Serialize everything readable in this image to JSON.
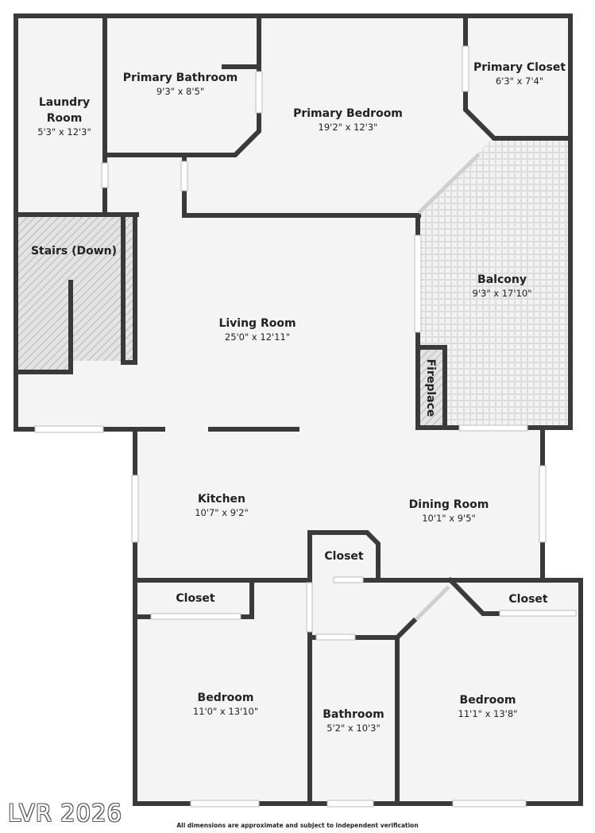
{
  "rooms": {
    "laundry": {
      "name_line1": "Laundry",
      "name_line2": "Room",
      "dim": "5'3\" x 12'3\""
    },
    "primary_bathroom": {
      "name": "Primary Bathroom",
      "dim": "9'3\" x 8'5\""
    },
    "primary_bedroom": {
      "name": "Primary Bedroom",
      "dim": "19'2\" x 12'3\""
    },
    "primary_closet": {
      "name": "Primary Closet",
      "dim": "6'3\" x 7'4\""
    },
    "stairs": {
      "name": "Stairs (Down)"
    },
    "living_room": {
      "name": "Living Room",
      "dim": "25'0\" x 12'11\""
    },
    "balcony": {
      "name": "Balcony",
      "dim": "9'3\" x 17'10\""
    },
    "fireplace": {
      "name": "Fireplace"
    },
    "kitchen": {
      "name": "Kitchen",
      "dim": "10'7\" x 9'2\""
    },
    "dining_room": {
      "name": "Dining Room",
      "dim": "10'1\" x 9'5\""
    },
    "hall_closet": {
      "name": "Closet"
    },
    "bedroom_left_closet": {
      "name": "Closet"
    },
    "bedroom_right_closet": {
      "name": "Closet"
    },
    "bedroom_left": {
      "name": "Bedroom",
      "dim": "11'0\" x 13'10\""
    },
    "bathroom": {
      "name": "Bathroom",
      "dim": "5'2\" x 10'3\""
    },
    "bedroom_right": {
      "name": "Bedroom",
      "dim": "11'1\" x 13'8\""
    }
  },
  "watermark": "LVR 2026",
  "disclaimer": "All dimensions are approximate and subject to independent verification",
  "colors": {
    "wall": "#3a3a3a",
    "floor": "#f4f4f4",
    "balcony_tile": "#ececec",
    "stairs_hatch": "#9a9a9a"
  }
}
